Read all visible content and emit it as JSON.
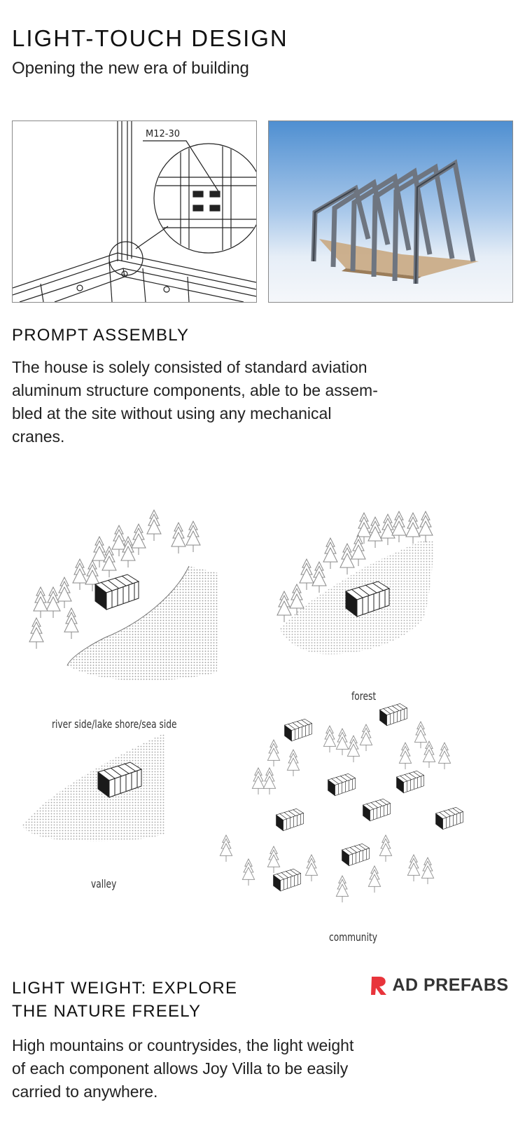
{
  "header": {
    "title": "LIGHT-TOUCH DESIGN",
    "subtitle": "Opening the new era of building"
  },
  "detail_drawing": {
    "callout_label": "M12-30"
  },
  "assembly": {
    "heading": "PROMPT ASSEMBLY",
    "lines": [
      "The house is solely consisted of standard aviation",
      "aluminum structure components, able to be assem-",
      "bled at the site without using any mechanical",
      "cranes."
    ]
  },
  "scenarios": {
    "river": "river side/lake shore/sea side",
    "forest": "forest",
    "valley": "valley",
    "community": "community"
  },
  "brand": {
    "logo_text": "AD PREFABS",
    "logo_letter": "R",
    "accent_color": "#e8343b"
  },
  "weight": {
    "heading_lines": [
      "LIGHT WEIGHT: EXPLORE",
      "THE NATURE FREELY"
    ],
    "lines": [
      "High mountains or countrysides, the light weight",
      "of each component allows Joy Villa to be easily",
      "carried to anywhere."
    ]
  }
}
